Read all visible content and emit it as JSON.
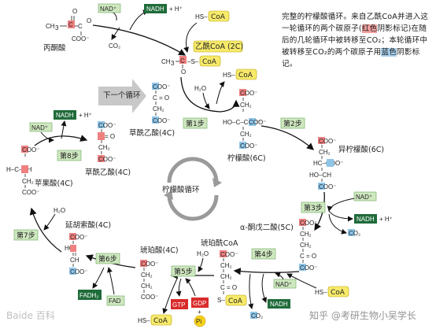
{
  "description": {
    "part1": "完整的柠檬酸循环。来自乙酰CoA并进入这一轮循环的两个碳原子(",
    "red_label": "红色",
    "part2": "阴影标记)在随后的几轮循环中被转移至CO₂；本轮循环中被转移至CO₂的两个碳原子用",
    "blue_label": "蓝色",
    "part3": "阴影标记。"
  },
  "center_label": "柠檬酸循环",
  "next_cycle": "下一个循环",
  "compounds": {
    "pyruvate": "丙酮酸",
    "acetyl_coa": "乙酰CoA  (2C)",
    "oxaloacetate": "草酰乙酸(4C)",
    "citrate": "柠檬酸(6C)",
    "isocitrate": "异柠檬酸(6C)",
    "alpha_kg": "α-酮戊二酸(5C)",
    "succinyl_coa": "琥珀酰CoA",
    "succinate": "琥珀酸(4C)",
    "fumarate": "延胡索酸(4C)",
    "malate": "苹果酸(4C)",
    "oxaloacetate2": "草酰乙酸(4C)"
  },
  "steps": [
    "第1步",
    "第2步",
    "第3步",
    "第4步",
    "第5步",
    "第6步",
    "第7步",
    "第8步"
  ],
  "cofactors": {
    "nad": "NAD⁺",
    "nadh": "NADH",
    "h_plus": "+ H⁺",
    "co2": "CO₂",
    "h2o": "H₂O",
    "hs_coa": "HS–",
    "coa": "CoA",
    "fadh2": "FADH₂",
    "fad": "FAD",
    "gtp": "GTP",
    "gdp": "GDP",
    "pi": "Pi"
  },
  "watermark": {
    "left": "Baide 百科",
    "right": "知乎 @考研生物小吴学长"
  },
  "colors": {
    "red_shade": "#f08080",
    "blue_shade": "#8ec6ea",
    "step_fill": "#cfe8c0",
    "nadh_fill": "#1f6b3a",
    "coa_fill": "#f7ea6a",
    "gtp_fill": "#d92b2b"
  }
}
